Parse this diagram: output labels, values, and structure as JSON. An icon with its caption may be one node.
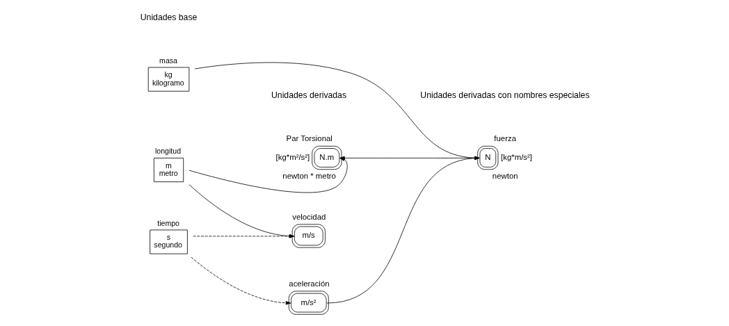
{
  "diagram": {
    "nodes": [
      {
        "text": [
          "masa",
          "kg",
          "kilogramo"
        ]
      },
      {
        "text": [
          "longitud",
          "m",
          "metro"
        ]
      },
      {
        "text": [
          "tiempo",
          "s",
          "segundo"
        ]
      },
      {
        "text": [
          "Par Torsional",
          "N.m"
        ],
        "beside": [
          "[kg*m²/s²]",
          "newton * metro"
        ]
      },
      {
        "text": [
          "velocidad",
          "m/s"
        ]
      },
      {
        "text": [
          "aceleración",
          "m/s²"
        ]
      },
      {
        "text": [
          "fuerza",
          "N"
        ],
        "beside": [
          "[kg*m/s²]",
          "newton"
        ]
      }
    ],
    "edges": [
      {
        "from": 0,
        "to": 6,
        "arrow": "to"
      },
      {
        "from": 6,
        "to": 3,
        "arrow": "to"
      },
      {
        "from": 1,
        "to": 3,
        "arrow": "to"
      },
      {
        "from": 1,
        "to": 4,
        "arrow": "to"
      },
      {
        "from": 2,
        "to": 4,
        "arrow": "to",
        "style": "dashed"
      },
      {
        "from": 2,
        "to": 5,
        "arrow": "to",
        "style": "dashed"
      },
      {
        "from": 5,
        "to": 6,
        "arrow": "to"
      }
    ],
    "labels": [
      "Unidades base",
      "Unidades derivadas",
      "Unidades derivadas con nombres especiales"
    ]
  }
}
